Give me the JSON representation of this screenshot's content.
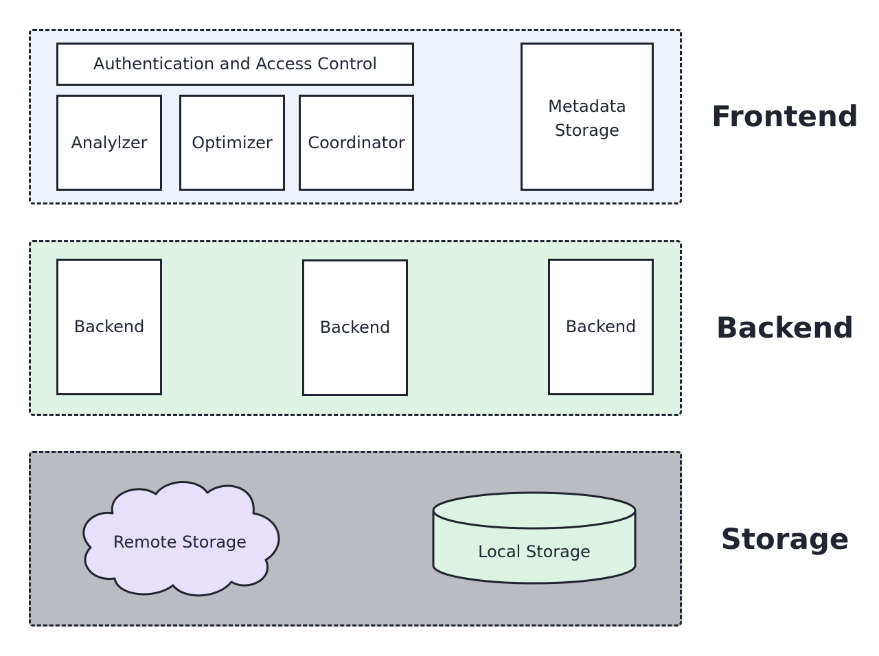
{
  "layers": {
    "frontend": {
      "label": "Frontend",
      "fill": "#eef2fb",
      "auth_box": "Authentication and Access Control",
      "analyzer_box": "Analylzer",
      "optimizer_box": "Optimizer",
      "coordinator_box": "Coordinator",
      "metadata_box": "Metadata\nStorage"
    },
    "backend": {
      "label": "Backend",
      "fill": "#e0f4e5",
      "nodes": [
        "Backend",
        "Backend",
        "Backend"
      ]
    },
    "storage": {
      "label": "Storage",
      "fill": "#babcc1",
      "remote": {
        "label": "Remote Storage",
        "fill": "#e6e0fb",
        "icon": "cloud-icon"
      },
      "local": {
        "label": "Local Storage",
        "fill": "#dcf3e3",
        "icon": "database-cylinder-icon"
      }
    }
  }
}
